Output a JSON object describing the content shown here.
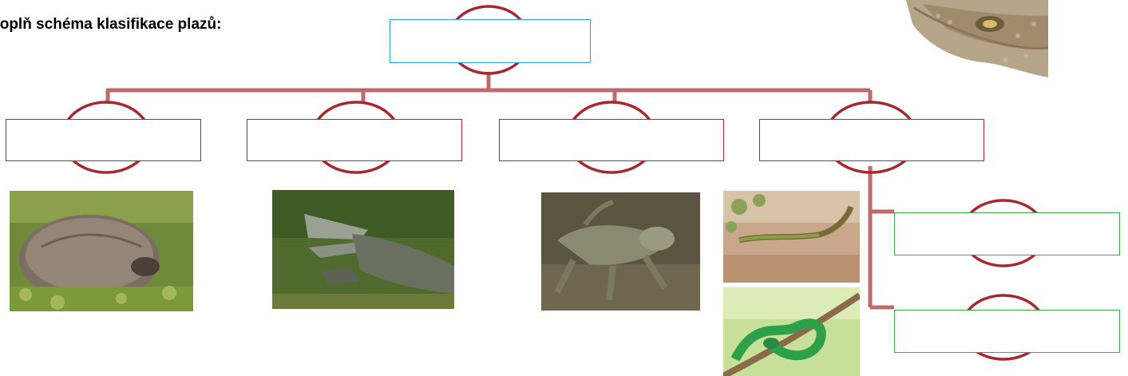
{
  "title": "Doplň schéma klasifikace plazů:",
  "colors": {
    "connector": "#c1686b",
    "ring": "#a6292f",
    "root_box_border": "#29a3d9",
    "order_box_border": "#a6292f",
    "suborder_box_border": "#3fa64a"
  },
  "diagram": {
    "root": {
      "label": ""
    },
    "orders": [
      {
        "label": "",
        "image": "tortoise-photo"
      },
      {
        "label": "",
        "image": "crocodile-photo"
      },
      {
        "label": "",
        "image": "tuatara-photo"
      },
      {
        "label": "",
        "image": "lizard-and-snake-photos"
      }
    ],
    "suborders": [
      {
        "label": "",
        "image": "lizard-photo"
      },
      {
        "label": "",
        "image": "snake-photo"
      }
    ]
  }
}
